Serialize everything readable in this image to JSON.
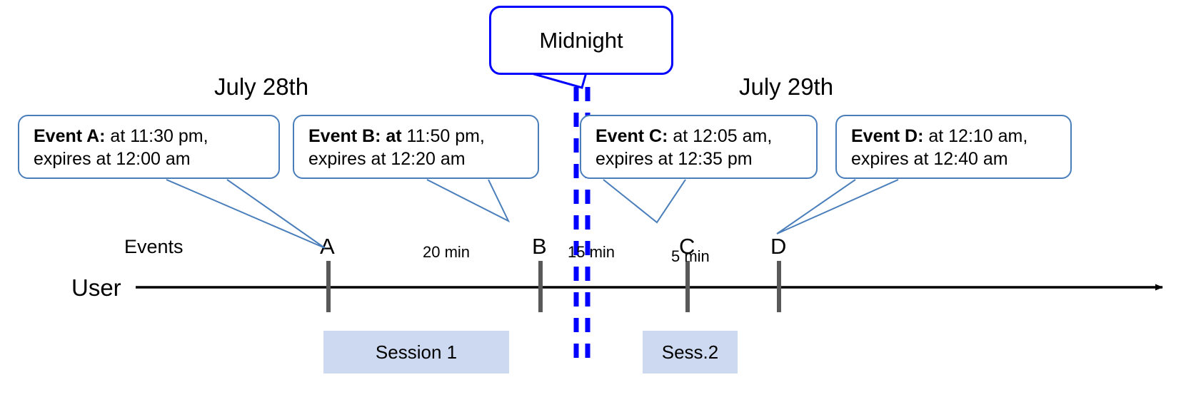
{
  "diagram": {
    "title_bubble": {
      "label": "Midnight"
    },
    "dates": [
      {
        "label": "July 28th"
      },
      {
        "label": "July 29th"
      }
    ],
    "axis": {
      "row_label": "User",
      "events_label": "Events"
    },
    "callouts": [
      {
        "id": "event-a",
        "bold": "Event A:",
        "rest": " at 11:30 pm,",
        "line2": "expires at 12:00 am"
      },
      {
        "id": "event-b",
        "bold": "Event B: at",
        "rest": " 11:50 pm,",
        "line2": "expires at 12:20 am"
      },
      {
        "id": "event-c",
        "bold": "Event C:",
        "rest": " at 12:05 am,",
        "line2": "expires at 12:35 pm"
      },
      {
        "id": "event-d",
        "bold": "Event D:",
        "rest": "  at 12:10 am,",
        "line2": "expires at 12:40 am"
      }
    ],
    "markers": [
      {
        "id": "marker-a",
        "label": "A"
      },
      {
        "id": "marker-b",
        "label": "B"
      },
      {
        "id": "marker-c",
        "label": "C"
      },
      {
        "id": "marker-d",
        "label": "D"
      }
    ],
    "intervals": [
      {
        "id": "interval-ab",
        "label": "20 min"
      },
      {
        "id": "interval-bc",
        "label": "15 min"
      },
      {
        "id": "interval-cd",
        "label": "5 min"
      }
    ],
    "sessions": [
      {
        "id": "session-1",
        "label": "Session 1"
      },
      {
        "id": "session-2",
        "label": "Sess.2"
      }
    ],
    "colors": {
      "callout_border": "#4a7ebb",
      "midnight_border": "#0000ff",
      "midnight_dashes": "#0000ff",
      "session_fill": "#ccd9f0",
      "tick": "#595959",
      "timeline": "#000000",
      "leader_line": "#4a7ebb"
    }
  }
}
